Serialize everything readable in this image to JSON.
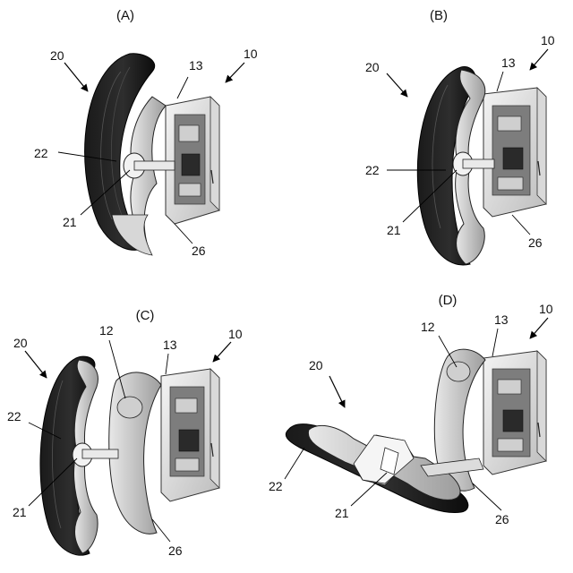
{
  "panels": [
    {
      "id": "A",
      "title": "(A)",
      "labels": {
        "device": "10",
        "door": "13",
        "wheel": "20",
        "hub": "21",
        "tire": "22",
        "frame": "26"
      }
    },
    {
      "id": "B",
      "title": "(B)",
      "labels": {
        "device": "10",
        "door": "13",
        "wheel": "20",
        "hub": "21",
        "tire": "22",
        "frame": "26"
      }
    },
    {
      "id": "C",
      "title": "(C)",
      "labels": {
        "device": "10",
        "pivot": "12",
        "door": "13",
        "wheel": "20",
        "hub": "21",
        "tire": "22",
        "frame": "26"
      }
    },
    {
      "id": "D",
      "title": "(D)",
      "labels": {
        "device": "10",
        "pivot": "12",
        "door": "13",
        "wheel": "20",
        "hub": "21",
        "tire": "22",
        "frame": "26"
      }
    }
  ]
}
